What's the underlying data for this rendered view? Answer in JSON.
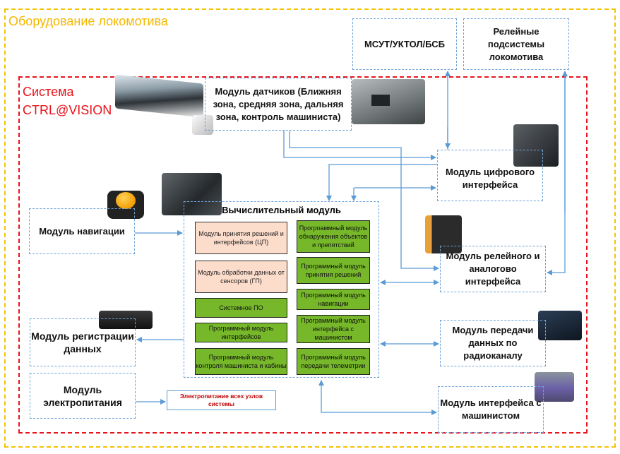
{
  "outer": {
    "title": "Оборудование локомотива"
  },
  "system": {
    "title_line1": "Система",
    "title_line2": "CTRL@VISION"
  },
  "external": {
    "msut": "МСУТ/УКТОЛ/БСБ",
    "relay_subsystems": "Релейные подсистемы локомотива"
  },
  "modules": {
    "sensors": "Модуль датчиков (Ближняя зона, средняя зона, дальняя зона, контроль машиниста)",
    "digital_interface": "Модуль цифрового интерфейса",
    "relay_analog": "Модуль релейного и аналогово интерфейса",
    "navigation": "Модуль навигации",
    "data_logging": "Модуль регистрации данных",
    "power": "Модуль электропитания",
    "radio": "Модуль передачи данных по радиоканалу",
    "driver_interface": "Модуль интерфейса с машинистом"
  },
  "compute": {
    "title": "Вычислительный модуль",
    "hardware": [
      "Модуль принятия решений и интерфейсов (ЦП)",
      "Модуль обработки данных от сенсоров (ГП)"
    ],
    "software_left": [
      "Системное ПО",
      "Программный модуль интерфейсов",
      "Программный модуль контроля машиниста и кабины"
    ],
    "software_right": [
      "Прогроаммный модуль обнаружения объектов и препятствий",
      "Программный модуль принятия решений",
      "Программный модуль навигации",
      "Программный модуль интерфейса с машинистом",
      "Программный модуль передачи телеметрии"
    ]
  },
  "power_note": "Электропитание всех узлов системы",
  "colors": {
    "outer_border": "#f5c400",
    "system_border": "#e8141c",
    "module_border": "#6fa3d8",
    "connector": "#5b9bd5",
    "hardware_fill": "#fcdccb",
    "software_fill": "#76b82a"
  }
}
